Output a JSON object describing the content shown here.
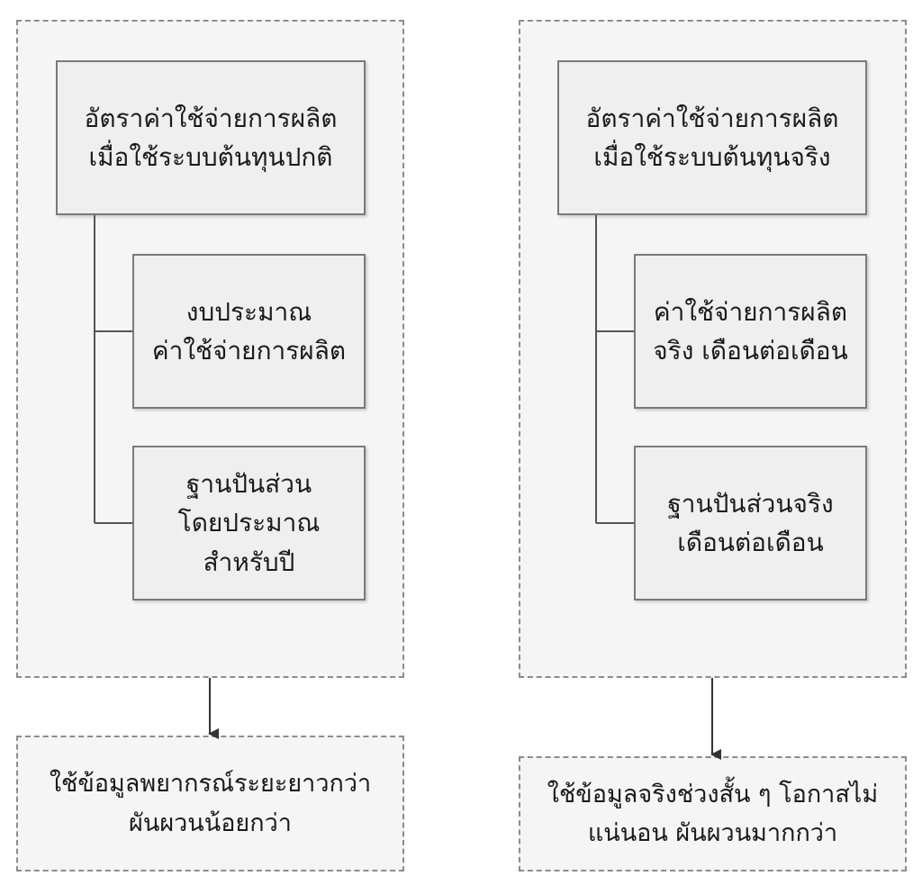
{
  "left": {
    "main": {
      "line1": "อัตราค่าใช้จ่ายการผลิต",
      "line2": "เมื่อใช้ระบบต้นทุนปกติ"
    },
    "sub1": {
      "line1": "งบประมาณ",
      "line2": "ค่าใช้จ่ายการผลิต"
    },
    "sub2": {
      "line1": "ฐานปันส่วน",
      "line2": "โดยประมาณ",
      "line3": "สำหรับปี"
    },
    "outcome": {
      "line1": "ใช้ข้อมูลพยากรณ์ระยะยาวกว่า",
      "line2": "ผันผวนน้อยกว่า"
    }
  },
  "right": {
    "main": {
      "line1": "อัตราค่าใช้จ่ายการผลิต",
      "line2": "เมื่อใช้ระบบต้นทุนจริง"
    },
    "sub1": {
      "line1": "ค่าใช้จ่ายการผลิต",
      "line2": "จริง เดือนต่อเดือน"
    },
    "sub2": {
      "line1": "ฐานปันส่วนจริง",
      "line2": "เดือนต่อเดือน"
    },
    "outcome": {
      "line1": "ใช้ข้อมูลจริงช่วงสั้น ๆ โอกาสไม่",
      "line2": "แน่นอน ผันผวนมากกว่า"
    }
  }
}
